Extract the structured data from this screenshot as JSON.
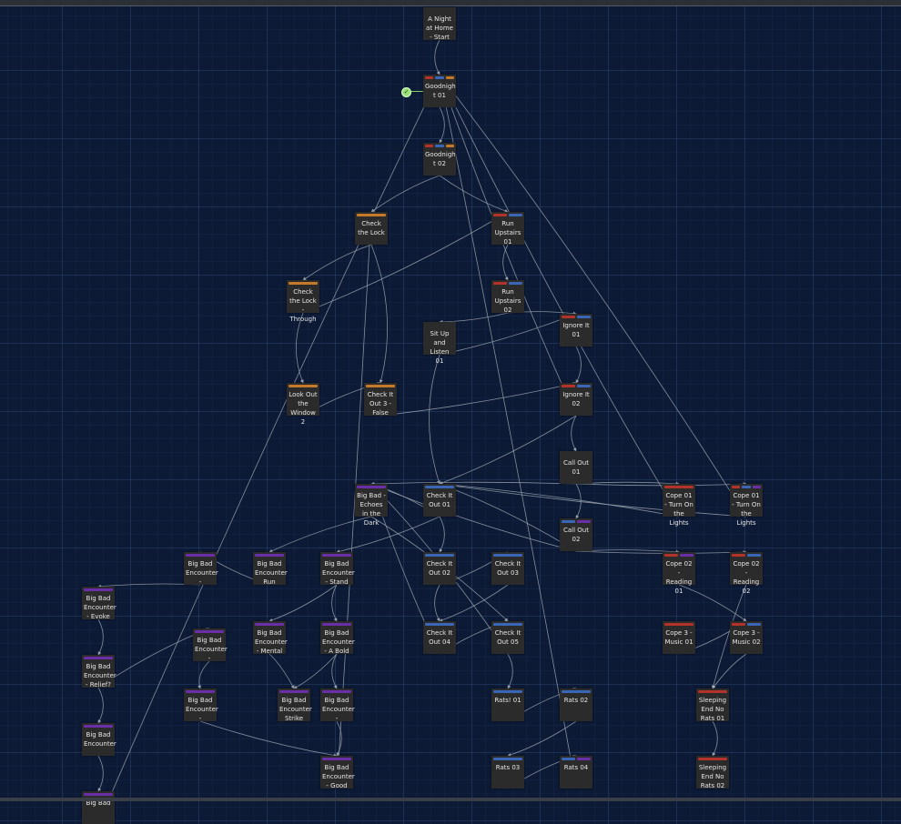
{
  "colors": {
    "background": "#0c1a36",
    "node": "#2b2b2b",
    "link": "#9aa3ad",
    "tag_orange": "#c57a2b",
    "tag_red": "#b3332b",
    "tag_blue": "#3a66b8",
    "tag_purple": "#6a2fa6",
    "start_marker": "#9be07a"
  },
  "start_marker": {
    "icon": "check-icon",
    "glyph": "✓"
  },
  "nodes": [
    {
      "id": "start",
      "label": "A Night at Home - Start",
      "tags": []
    },
    {
      "id": "goodnight01",
      "label": "Goodnigh t 01",
      "tags": [
        "red",
        "blue",
        "orange"
      ]
    },
    {
      "id": "goodnight02",
      "label": "Goodnigh t 02",
      "tags": [
        "red",
        "blue",
        "orange"
      ]
    },
    {
      "id": "checklock",
      "label": "Check the Lock",
      "tags": [
        "orange"
      ]
    },
    {
      "id": "runup01",
      "label": "Run Upstairs 01",
      "tags": [
        "red",
        "blue"
      ]
    },
    {
      "id": "checklockthrough",
      "label": "Check the Lock - Through",
      "tags": [
        "orange"
      ]
    },
    {
      "id": "runup02",
      "label": "Run Upstairs 02",
      "tags": [
        "red",
        "blue"
      ]
    },
    {
      "id": "situp",
      "label": "Sit Up and Listen 01",
      "tags": []
    },
    {
      "id": "ignore01",
      "label": "Ignore It 01",
      "tags": [
        "red",
        "blue"
      ]
    },
    {
      "id": "lookout",
      "label": "Look Out the Window 2",
      "tags": [
        "orange"
      ]
    },
    {
      "id": "checkout3",
      "label": "Check It Out 3 - False",
      "tags": [
        "orange"
      ]
    },
    {
      "id": "ignore02",
      "label": "Ignore It 02",
      "tags": [
        "red",
        "blue"
      ]
    },
    {
      "id": "callout01",
      "label": "Call Out 01",
      "tags": []
    },
    {
      "id": "bigbadechoes",
      "label": "Big Bad - Echoes in the Dark",
      "tags": [
        "purple"
      ]
    },
    {
      "id": "checkout01",
      "label": "Check It Out 01",
      "tags": [
        "blue"
      ]
    },
    {
      "id": "cope01a",
      "label": "Cope 01 - Turn On the Lights",
      "tags": [
        "red"
      ]
    },
    {
      "id": "cope01b",
      "label": "Cope 01 - Turn On the Lights",
      "tags": [
        "red",
        "blue",
        "purple"
      ]
    },
    {
      "id": "callout02",
      "label": "Call Out 02",
      "tags": [
        "blue",
        "purple"
      ]
    },
    {
      "id": "bbe_dash1",
      "label": "Big Bad Encounter -",
      "tags": [
        "purple"
      ]
    },
    {
      "id": "bbe_run",
      "label": "Big Bad Encounter Run",
      "tags": [
        "purple"
      ]
    },
    {
      "id": "bbe_stand",
      "label": "Big Bad Encounter - Stand",
      "tags": [
        "purple"
      ]
    },
    {
      "id": "checkout02",
      "label": "Check It Out 02",
      "tags": [
        "blue"
      ]
    },
    {
      "id": "checkout03",
      "label": "Check It Out 03",
      "tags": [
        "blue"
      ]
    },
    {
      "id": "cope02a",
      "label": "Cope 02 - Reading 01",
      "tags": [
        "red",
        "purple"
      ]
    },
    {
      "id": "cope02b",
      "label": "Cope 02 - Reading 02",
      "tags": [
        "red",
        "blue"
      ]
    },
    {
      "id": "bbe_evoke",
      "label": "Big Bad Encounter - Evoke",
      "tags": [
        "purple"
      ]
    },
    {
      "id": "bbe_mental",
      "label": "Big Bad Encounter - Mental",
      "tags": [
        "purple"
      ]
    },
    {
      "id": "bbe_bold",
      "label": "Big Bad Encounter - A Bold",
      "tags": [
        "purple"
      ]
    },
    {
      "id": "bbe_dash2",
      "label": "Big Bad Encounter -",
      "tags": [
        "purple"
      ]
    },
    {
      "id": "checkout04",
      "label": "Check It Out 04",
      "tags": [
        "blue"
      ]
    },
    {
      "id": "checkout05",
      "label": "Check It Out 05",
      "tags": [
        "blue"
      ]
    },
    {
      "id": "cope3a",
      "label": "Cope 3 - Music 01",
      "tags": [
        "red"
      ]
    },
    {
      "id": "cope3b",
      "label": "Cope 3 - Music 02",
      "tags": [
        "red",
        "blue"
      ]
    },
    {
      "id": "bbe_relief",
      "label": "Big Bad Encounter - Relief?",
      "tags": [
        "purple"
      ]
    },
    {
      "id": "bbe_dash3",
      "label": "Big Bad Encounter -",
      "tags": [
        "purple"
      ]
    },
    {
      "id": "bbe_strike",
      "label": "Big Bad Encounter Strike",
      "tags": [
        "purple"
      ]
    },
    {
      "id": "bbe_dash4",
      "label": "Big Bad Encounter -",
      "tags": [
        "purple"
      ]
    },
    {
      "id": "rats01",
      "label": "Rats! 01",
      "tags": [
        "blue"
      ]
    },
    {
      "id": "rats02",
      "label": "Rats 02",
      "tags": [
        "blue"
      ]
    },
    {
      "id": "sleep01",
      "label": "Sleeping End No Rats 01",
      "tags": [
        "red"
      ]
    },
    {
      "id": "bbe_encounter",
      "label": "Big Bad Encounter",
      "tags": [
        "purple"
      ]
    },
    {
      "id": "bbe_good",
      "label": "Big Bad Encounter - Good",
      "tags": [
        "purple"
      ]
    },
    {
      "id": "rats03",
      "label": "Rats 03",
      "tags": [
        "blue"
      ]
    },
    {
      "id": "rats04",
      "label": "Rats 04",
      "tags": [
        "blue",
        "purple"
      ]
    },
    {
      "id": "sleep02",
      "label": "Sleeping End No Rats 02",
      "tags": [
        "red"
      ]
    },
    {
      "id": "bbe_cut",
      "label": "Big Bad",
      "tags": [
        "purple"
      ]
    }
  ],
  "links": [
    [
      "start",
      "goodnight01"
    ],
    [
      "goodnight01",
      "goodnight02"
    ],
    [
      "goodnight02",
      "checklock"
    ],
    [
      "goodnight02",
      "runup01"
    ],
    [
      "checklock",
      "checklockthrough"
    ],
    [
      "checklock",
      "checkout3"
    ],
    [
      "runup01",
      "runup02"
    ],
    [
      "checklockthrough",
      "runup01"
    ],
    [
      "checklockthrough",
      "lookout"
    ],
    [
      "runup02",
      "situp"
    ],
    [
      "runup02",
      "ignore01"
    ],
    [
      "situp",
      "ignore01"
    ],
    [
      "situp",
      "checkout01"
    ],
    [
      "ignore01",
      "ignore02"
    ],
    [
      "lookout",
      "checkout3"
    ],
    [
      "checkout3",
      "ignore02"
    ],
    [
      "ignore02",
      "callout01"
    ],
    [
      "ignore02",
      "checkout01"
    ],
    [
      "callout01",
      "bigbadechoes"
    ],
    [
      "callout01",
      "callout02"
    ],
    [
      "callout01",
      "cope01a"
    ],
    [
      "callout01",
      "cope01b"
    ],
    [
      "checkout01",
      "bigbadechoes"
    ],
    [
      "checkout01",
      "checkout02"
    ],
    [
      "callout02",
      "checkout01"
    ],
    [
      "callout02",
      "bigbadechoes"
    ],
    [
      "cope01a",
      "checkout01"
    ],
    [
      "cope01b",
      "checkout01"
    ],
    [
      "callout02",
      "cope02a"
    ],
    [
      "callout02",
      "cope02b"
    ],
    [
      "bigbadechoes",
      "bbe_run"
    ],
    [
      "bbe_run",
      "bbe_dash1"
    ],
    [
      "bbe_dash1",
      "bbe_evoke"
    ],
    [
      "bbe_stand",
      "bbe_mental"
    ],
    [
      "bbe_stand",
      "bbe_bold"
    ],
    [
      "checkout02",
      "checkout03"
    ],
    [
      "checkout02",
      "checkout04"
    ],
    [
      "checkout03",
      "checkout04"
    ],
    [
      "checkout04",
      "checkout05"
    ],
    [
      "checkout05",
      "rats01"
    ],
    [
      "cope02a",
      "cope3b"
    ],
    [
      "cope3a",
      "cope3b"
    ],
    [
      "cope3b",
      "sleep01"
    ],
    [
      "sleep01",
      "sleep02"
    ],
    [
      "cope02b",
      "sleep01"
    ],
    [
      "bbe_evoke",
      "bbe_relief"
    ],
    [
      "bbe_relief",
      "bbe_dash2"
    ],
    [
      "bbe_relief",
      "bbe_encounter"
    ],
    [
      "bbe_dash2",
      "bbe_dash3"
    ],
    [
      "bbe_dash3",
      "bbe_good"
    ],
    [
      "bbe_mental",
      "bbe_strike"
    ],
    [
      "bbe_bold",
      "bbe_strike"
    ],
    [
      "bbe_bold",
      "bbe_dash4"
    ],
    [
      "bbe_dash4",
      "bbe_good"
    ],
    [
      "rats01",
      "rats02"
    ],
    [
      "rats02",
      "rats03"
    ],
    [
      "rats03",
      "rats04"
    ],
    [
      "bbe_encounter",
      "bbe_cut"
    ],
    [
      "bigbadechoes",
      "checkout05"
    ],
    [
      "checkout01",
      "bbe_stand"
    ],
    [
      "bbe_cut",
      "goodnight01"
    ],
    [
      "bbe_good",
      "checklock"
    ],
    [
      "rats04",
      "goodnight01"
    ],
    [
      "cope01a",
      "goodnight01"
    ],
    [
      "cope01b",
      "goodnight01"
    ],
    [
      "ignore02",
      "goodnight01"
    ],
    [
      "checkout05",
      "bigbadechoes"
    ],
    [
      "checkout04",
      "bigbadechoes"
    ]
  ]
}
